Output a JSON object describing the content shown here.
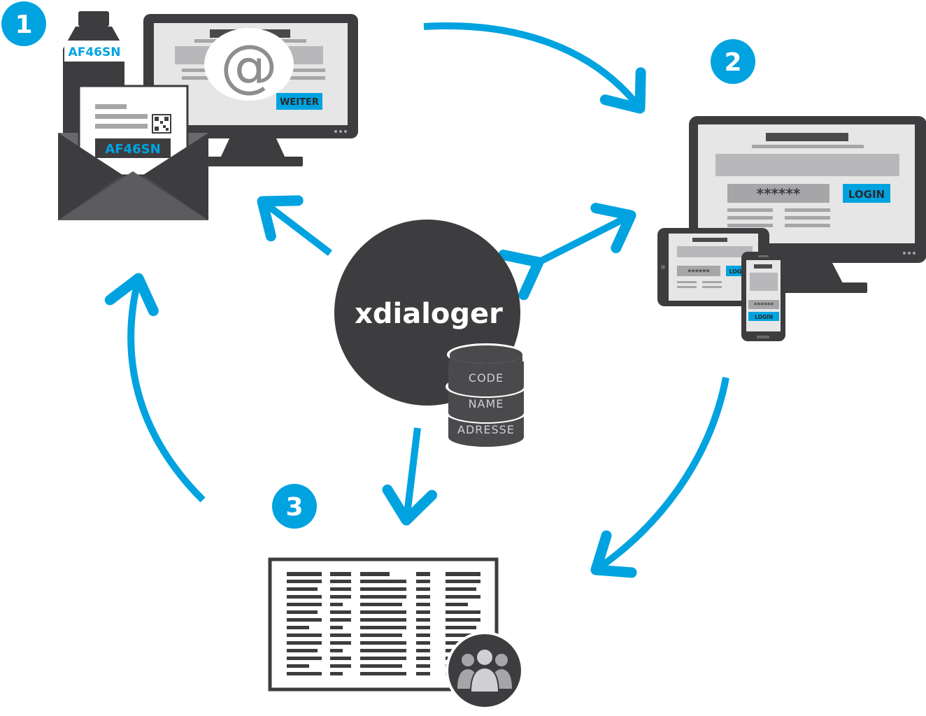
{
  "steps": {
    "step1": "1",
    "step2": "2",
    "step3": "3"
  },
  "center": {
    "brand": "xdialoger",
    "db_fields": [
      "CODE",
      "NAME",
      "ADRESSE"
    ]
  },
  "step1": {
    "bottle_code": "AF46SN",
    "letter_code": "AF46SN",
    "at_symbol": "@",
    "button": "WEITER"
  },
  "step2": {
    "desktop_password": "******",
    "desktop_button": "LOGIN",
    "tablet_password": "******",
    "tablet_button": "LOGI",
    "phone_password": "******",
    "phone_button": "LOGIN"
  },
  "colors": {
    "accent_blue": "#00a3e0",
    "dark_gray": "#3d3d40",
    "mid_gray": "#a6a6a8",
    "light_gray": "#e6e6e6"
  },
  "icons": {
    "database": "database-icon",
    "group": "user-group-icon",
    "qr": "qr-code-icon",
    "envelope": "envelope-icon"
  }
}
